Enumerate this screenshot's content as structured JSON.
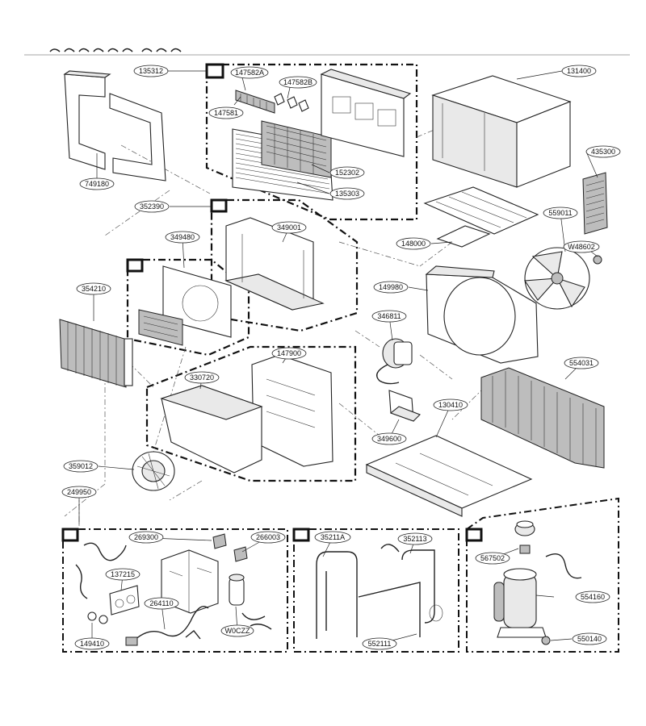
{
  "labels": {
    "p135312": "135312",
    "p147582a": "147582A",
    "p147582b": "147582B",
    "p147581": "147581",
    "p152302": "152302",
    "p135303": "135303",
    "p131400": "131400",
    "p435300": "435300",
    "p749180": "749180",
    "p352390": "352390",
    "p349001": "349001",
    "p349480": "349480",
    "p354210": "354210",
    "p148000": "148000",
    "p559011": "559011",
    "pw48602": "W48602",
    "p149980": "149980",
    "p346811": "346811",
    "p147900": "147900",
    "p330720": "330720",
    "p554031": "554031",
    "p130410": "130410",
    "p349600": "349600",
    "p359012": "359012",
    "p249950": "249950",
    "p269300": "269300",
    "p266003": "266003",
    "p137215": "137215",
    "p264110": "264110",
    "pw0czz": "W0CZZ",
    "p149410": "149410",
    "p35211a": "35211A",
    "p352113": "352113",
    "p552111": "552111",
    "p567502": "567502",
    "p554160": "554160",
    "p550140": "550140"
  }
}
